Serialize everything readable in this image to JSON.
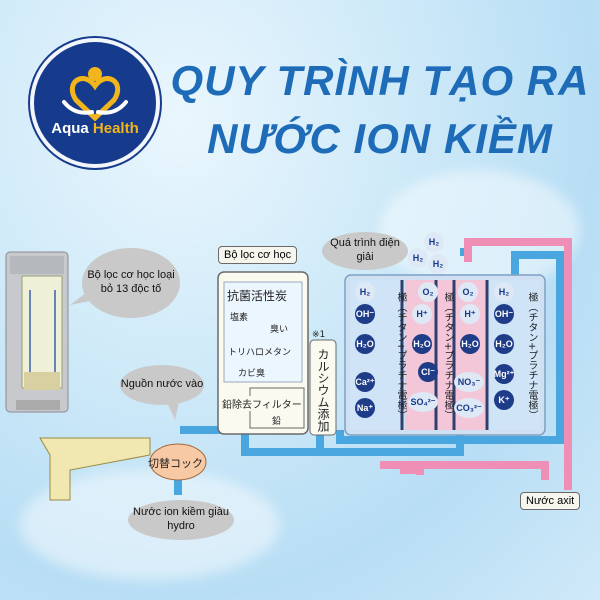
{
  "logo": {
    "text_aqua": "Aqua",
    "text_health": "Health"
  },
  "title": {
    "line1": "QUY TRÌNH TẠO RA",
    "line2": "NƯỚC ION KIỀM"
  },
  "callouts": {
    "prefilter": "Bộ lọc cơ học loại bỏ 13 độc tố",
    "source": "Nguồn nước vào",
    "output": "Nước ion kiềm giàu hydro"
  },
  "labels": {
    "filter_box": "Bộ lọc cơ học",
    "electrolysis": "Quá trình điện giải",
    "acid": "Nước axit"
  },
  "filter": {
    "carbon_title": "抗菌活性炭",
    "chlorine": "塩素",
    "odor": "臭い",
    "trihalo": "トリハロメタン",
    "mold": "カビ臭",
    "lead_filter": "鉛除去フィルター",
    "lead": "鉛"
  },
  "calcium": {
    "mark": "※1",
    "text": "カルシウム添加"
  },
  "valve": "切替コック",
  "electrode_text": "極（チタン+プラチナ電極）",
  "ions": {
    "h2": "H₂",
    "o2": "O₂",
    "oh": "OH⁻",
    "h_plus": "H⁺",
    "h2o": "H₂O",
    "cl": "Cl⁻",
    "no3": "NO₃⁻",
    "ca": "Ca²⁺",
    "mg": "Mg²⁺",
    "na": "Na⁺",
    "k": "K⁺",
    "so4": "SO₄²⁻",
    "co3": "CO₃²⁻"
  },
  "colors": {
    "title": "#1e6bb8",
    "pipe_blue": "#4aa6df",
    "pipe_pink": "#ef8fb6",
    "logo_bg": "#173b8c"
  }
}
